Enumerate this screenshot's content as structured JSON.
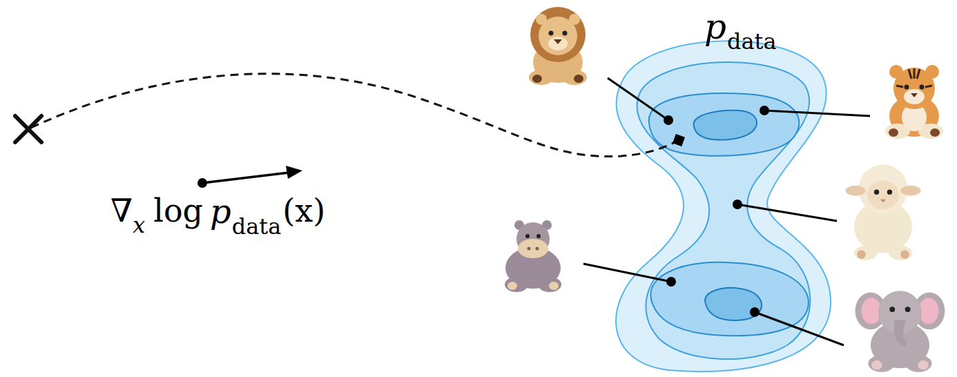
{
  "diagram": {
    "labels": [
      "p",
      "data",
      "∇",
      "x",
      "log",
      "p",
      "data",
      "(x)"
    ]
  }
}
